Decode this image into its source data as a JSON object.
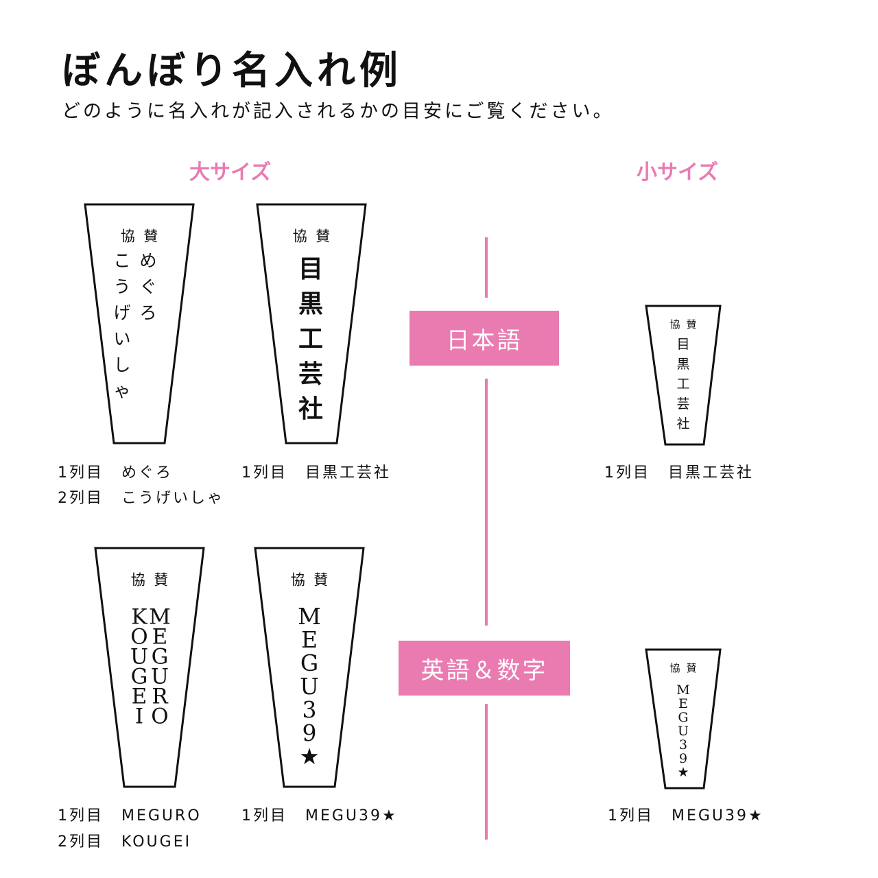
{
  "header": {
    "title": "ぼんぼり名入れ例",
    "subtitle": "どのように名入れが記入されるかの目安にご覧ください。"
  },
  "sizes": {
    "large": "大サイズ",
    "small": "小サイズ"
  },
  "languages": {
    "japanese": "日本語",
    "english_numbers": "英語＆数字"
  },
  "colors": {
    "accent": "#e97bb1",
    "ink": "#111111",
    "background": "#ffffff"
  },
  "lanterns": {
    "jp_large_two_col": {
      "header": "協賛",
      "col1": "めぐろ",
      "col2": "こうげいしゃ",
      "captions": [
        {
          "label": "1列目",
          "value": "めぐろ"
        },
        {
          "label": "2列目",
          "value": "こうげいしゃ"
        }
      ]
    },
    "jp_large_one_col": {
      "header": "協賛",
      "col1": "目黒工芸社",
      "captions": [
        {
          "label": "1列目",
          "value": "目黒工芸社"
        }
      ]
    },
    "jp_small": {
      "header": "協賛",
      "col1": "目黒工芸社",
      "captions": [
        {
          "label": "1列目",
          "value": "目黒工芸社"
        }
      ]
    },
    "en_large_two_col": {
      "header": "協賛",
      "col1": "MEGURO",
      "col2": "KOUGEI",
      "captions": [
        {
          "label": "1列目",
          "value": "MEGURO"
        },
        {
          "label": "2列目",
          "value": "KOUGEI"
        }
      ]
    },
    "en_large_one_col": {
      "header": "協賛",
      "col1": "MEGU39★",
      "captions": [
        {
          "label": "1列目",
          "value": "MEGU39★"
        }
      ]
    },
    "en_small": {
      "header": "協賛",
      "col1": "MEGU39★",
      "captions": [
        {
          "label": "1列目",
          "value": "MEGU39★"
        }
      ]
    }
  }
}
